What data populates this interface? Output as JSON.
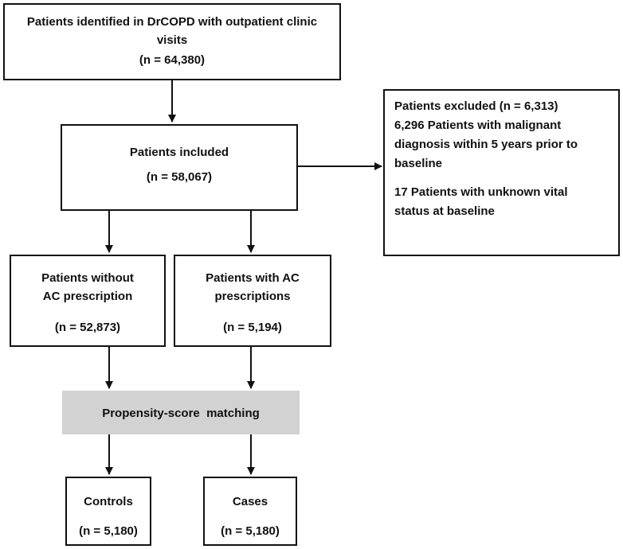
{
  "top": {
    "line1": "Patients identified in DrCOPD with outpatient clinic",
    "line2": "visits",
    "count": "(n = 64,380)"
  },
  "included": {
    "label": "Patients included",
    "count": "(n = 58,067)"
  },
  "excluded": {
    "title": "Patients excluded (n = 6,313)",
    "reason1_line1": "6,296 Patients with malignant",
    "reason1_line2": "diagnosis within 5 years prior to",
    "reason1_line3": "baseline",
    "reason2_line1": "17 Patients with unknown vital",
    "reason2_line2": "status at baseline"
  },
  "without_ac": {
    "line1": "Patients without",
    "line2": "AC prescription",
    "count": "(n = 52,873)"
  },
  "with_ac": {
    "line1": "Patients with AC",
    "line2": "prescriptions",
    "count": "(n = 5,194)"
  },
  "matching": {
    "label": "Propensity-score  matching"
  },
  "controls": {
    "label": "Controls",
    "count": "(n = 5,180)"
  },
  "cases": {
    "label": "Cases",
    "count": "(n = 5,180)"
  },
  "colors": {
    "border": "#111111",
    "matching_fill": "#d2d2d2",
    "background": "#ffffff"
  }
}
